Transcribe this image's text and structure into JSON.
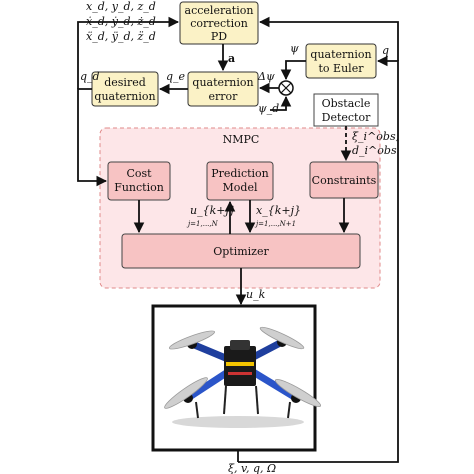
{
  "blocks": {
    "acceleration_pd": [
      "acceleration",
      "correction",
      "PD"
    ],
    "quaternion_error": [
      "quaternion",
      "error"
    ],
    "desired_quaternion": [
      "desired",
      "quaternion"
    ],
    "quaternion_to_euler": [
      "quaternion",
      "to Euler"
    ],
    "obstacle_detector": [
      "Obstacle",
      "Detector"
    ],
    "nmpc_title": "NMPC",
    "cost_function": [
      "Cost",
      "Function"
    ],
    "prediction_model": [
      "Prediction",
      "Model"
    ],
    "constraints": "Constraints",
    "optimizer": "Optimizer"
  },
  "signals": {
    "ref_pos": "x_d, y_d, z_d",
    "ref_vel": "ẋ_d, ẏ_d, ż_d",
    "ref_acc": "ẍ_d, ÿ_d, z̈_d",
    "accel": "a",
    "psi": "ψ",
    "q": "q",
    "delta_psi": "Δψ",
    "psi_d": "ψ_d",
    "q_d": "q_d",
    "q_e": "q_e",
    "xi_obs": "ξ_i^obs,",
    "d_obs": "d_i^obs",
    "u_kj": "u_{k+j}",
    "u_range": "j=1,...,N",
    "x_kj": "x_{k+j}",
    "x_range": "j=1,...,N+1",
    "u_k": "u_k",
    "feedback": "ξ, v, q, Ω"
  },
  "image": {
    "subject": "quadrotor drone"
  },
  "colors": {
    "yellow_block": "#fbf2c6",
    "red_block": "#f7c3c3",
    "nmpc_region": "#fde6e8",
    "nmpc_border": "#e08a8a"
  }
}
